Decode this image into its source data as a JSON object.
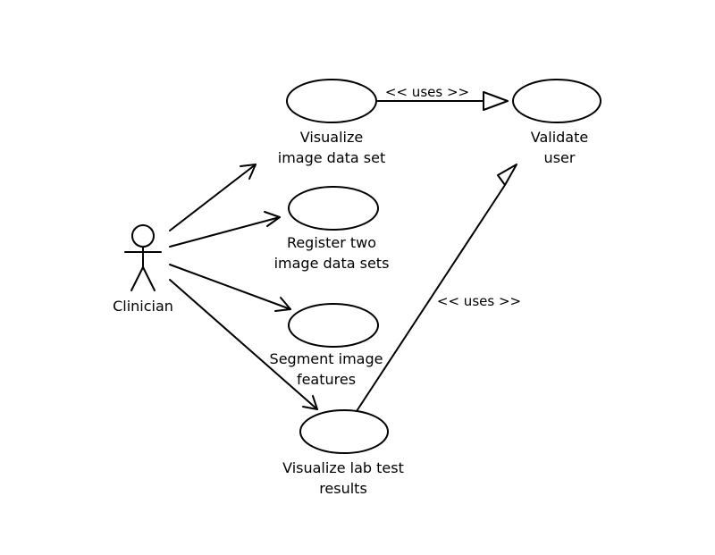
{
  "actor": {
    "name": "Clinician"
  },
  "use_cases": [
    {
      "id": "visualize-image",
      "lines": [
        "Visualize",
        "image data set"
      ]
    },
    {
      "id": "register",
      "lines": [
        "Register two",
        "image data sets"
      ]
    },
    {
      "id": "segment",
      "lines": [
        "Segment image",
        "features"
      ]
    },
    {
      "id": "visualize-lab",
      "lines": [
        "Visualize lab test",
        "results"
      ]
    },
    {
      "id": "validate-user",
      "lines": [
        "Validate",
        "user"
      ]
    }
  ],
  "relations": [
    {
      "label": "<< uses >>"
    },
    {
      "label": "<< uses >>"
    }
  ],
  "colors": {
    "stroke": "#000000",
    "background": "#ffffff"
  }
}
